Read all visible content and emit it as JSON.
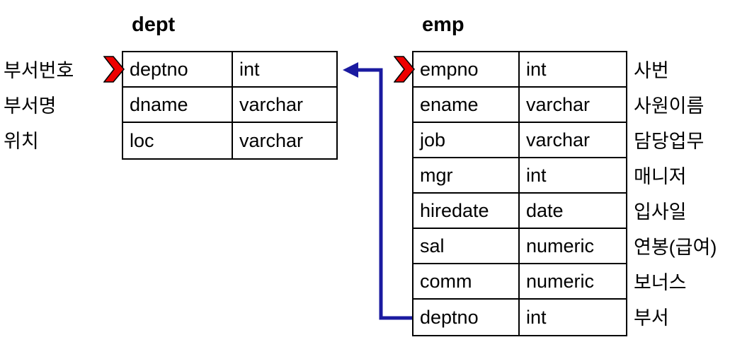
{
  "diagram": {
    "title_dept": "dept",
    "title_emp": "emp",
    "colors": {
      "border": "#000000",
      "key_marker": "#ee0000",
      "key_marker_outline": "#000000",
      "relationship_line": "#1a1aa0",
      "background": "#ffffff",
      "text": "#000000"
    }
  },
  "dept": {
    "name": "dept",
    "attributes": [
      {
        "name": "deptno",
        "type": "int",
        "label": "부서번호",
        "key": true
      },
      {
        "name": "dname",
        "type": "varchar",
        "label": "부서명",
        "key": false
      },
      {
        "name": "loc",
        "type": "varchar",
        "label": "위치",
        "key": false
      }
    ]
  },
  "emp": {
    "name": "emp",
    "attributes": [
      {
        "name": "empno",
        "type": "int",
        "label": "사번",
        "key": true
      },
      {
        "name": "ename",
        "type": "varchar",
        "label": "사원이름",
        "key": false
      },
      {
        "name": "job",
        "type": "varchar",
        "label": "담당업무",
        "key": false
      },
      {
        "name": "mgr",
        "type": "int",
        "label": "매니저",
        "key": false
      },
      {
        "name": "hiredate",
        "type": "date",
        "label": "입사일",
        "key": false
      },
      {
        "name": "sal",
        "type": "numeric",
        "label": "연봉(급여)",
        "key": false
      },
      {
        "name": "comm",
        "type": "numeric",
        "label": "보너스",
        "key": false
      },
      {
        "name": "deptno",
        "type": "int",
        "label": "부서",
        "key": false
      }
    ]
  },
  "relationship": {
    "from_table": "emp",
    "from_attribute": "deptno",
    "to_table": "dept",
    "to_attribute": "deptno",
    "arrow_direction": "left"
  }
}
